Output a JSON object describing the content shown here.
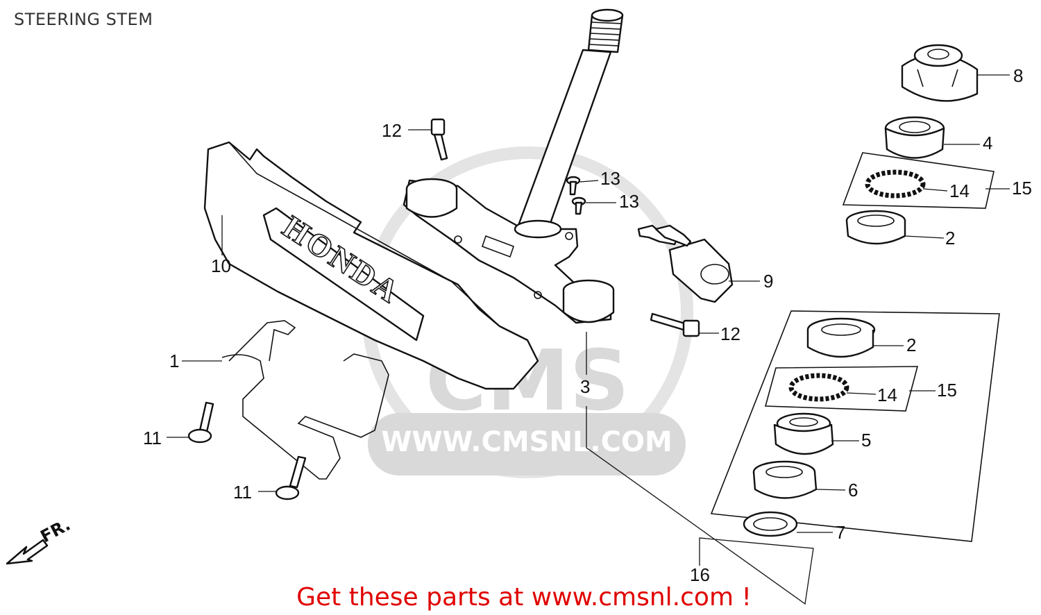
{
  "title": "STEERING STEM",
  "footer": "Get these parts at www.cmsnl.com !",
  "watermark": {
    "logo_text": "CMS",
    "url_text": "WWW.CMSNL.COM",
    "color": "#d9d9d9"
  },
  "emblem_text": "HONDA",
  "direction_label": "FR.",
  "colors": {
    "lines": "#111111",
    "footer": "#e00000",
    "title": "#333333"
  },
  "callouts": [
    {
      "key": "c8",
      "label": "8"
    },
    {
      "key": "c4",
      "label": "4"
    },
    {
      "key": "c14a",
      "label": "14"
    },
    {
      "key": "c15a",
      "label": "15"
    },
    {
      "key": "c2a",
      "label": "2"
    },
    {
      "key": "c12a",
      "label": "12"
    },
    {
      "key": "c13a",
      "label": "13"
    },
    {
      "key": "c13b",
      "label": "13"
    },
    {
      "key": "c10",
      "label": "10"
    },
    {
      "key": "c9",
      "label": "9"
    },
    {
      "key": "c12b",
      "label": "12"
    },
    {
      "key": "c2b",
      "label": "2"
    },
    {
      "key": "c1",
      "label": "1"
    },
    {
      "key": "c3",
      "label": "3"
    },
    {
      "key": "c14b",
      "label": "14"
    },
    {
      "key": "c15b",
      "label": "15"
    },
    {
      "key": "c5",
      "label": "5"
    },
    {
      "key": "c11a",
      "label": "11"
    },
    {
      "key": "c6",
      "label": "6"
    },
    {
      "key": "c11b",
      "label": "11"
    },
    {
      "key": "c7",
      "label": "7"
    },
    {
      "key": "c16",
      "label": "16"
    }
  ]
}
